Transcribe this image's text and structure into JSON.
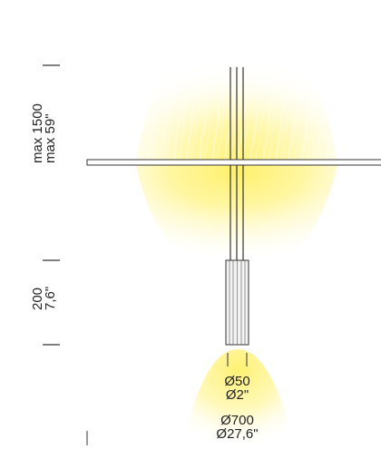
{
  "dimensions": {
    "height_mm": "max 1500",
    "height_in": "max 59\"",
    "body_height_mm": "200",
    "body_height_in": "7,6\"",
    "body_diameter_mm": "Ø50",
    "body_diameter_in": "Ø2\"",
    "disc_diameter_mm": "Ø700",
    "disc_diameter_in": "Ø27,6\""
  },
  "colors": {
    "glow": "#fff27a",
    "line": "#333333",
    "text": "#222222"
  }
}
